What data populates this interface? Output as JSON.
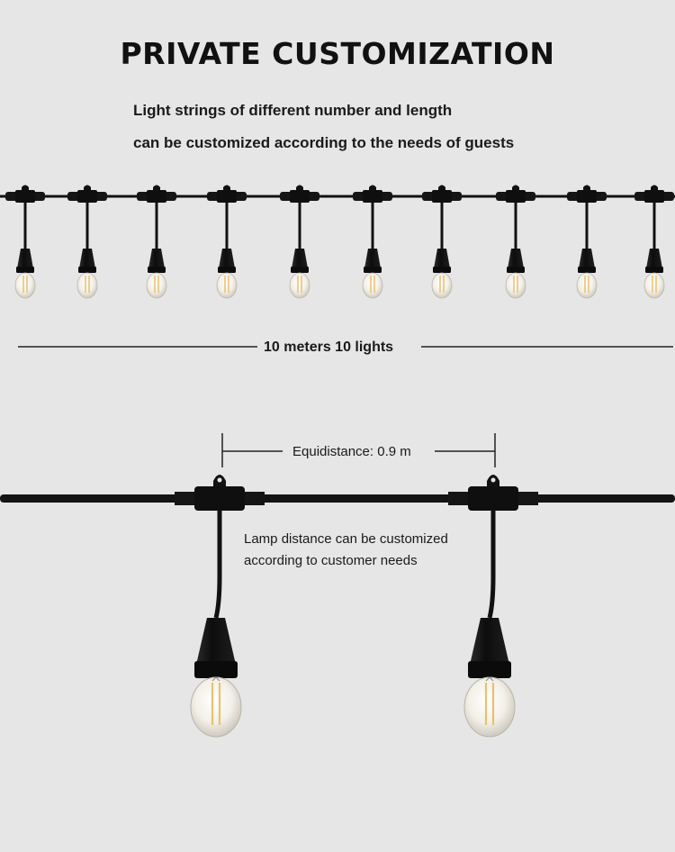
{
  "title": "PRIVATE CUSTOMIZATION",
  "subtitle_line1": "Light strings of different number and length",
  "subtitle_line2": "can be customized according to the needs of guests",
  "length_label": "10 meters 10 lights",
  "spacing_label": "Equidistance: 0.9 m",
  "lamp_note_line1": "Lamp distance can be customized",
  "lamp_note_line2": "according to customer needs",
  "colors": {
    "background": "#e6e6e6",
    "cable": "#111111",
    "bulb_glass": "#f4f1ea",
    "filament": "#e8c070"
  },
  "bulb_count_small": 10,
  "bulb_count_large": 2
}
